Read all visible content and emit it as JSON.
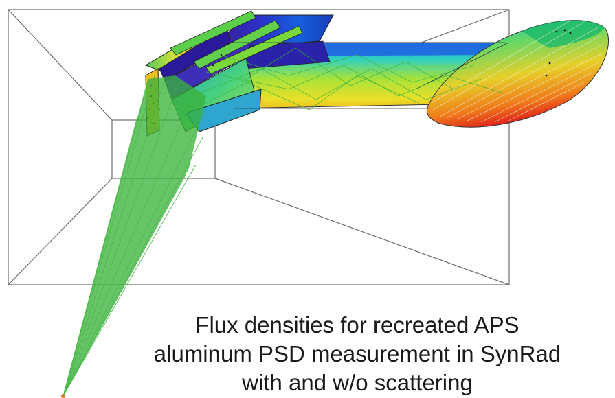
{
  "caption": {
    "line1": "Flux densities for recreated APS",
    "line2": "aluminum PSD measurement in SynRad",
    "line3": "with and w/o scattering"
  },
  "colors": {
    "ray_color": "#3ab23a",
    "wireframe": "#6a6a6a",
    "flux_colormap": [
      "#2a1aa0",
      "#1f52e0",
      "#12b4f0",
      "#3ad86a",
      "#d6ec2a",
      "#f2a11a",
      "#e0341a"
    ]
  }
}
